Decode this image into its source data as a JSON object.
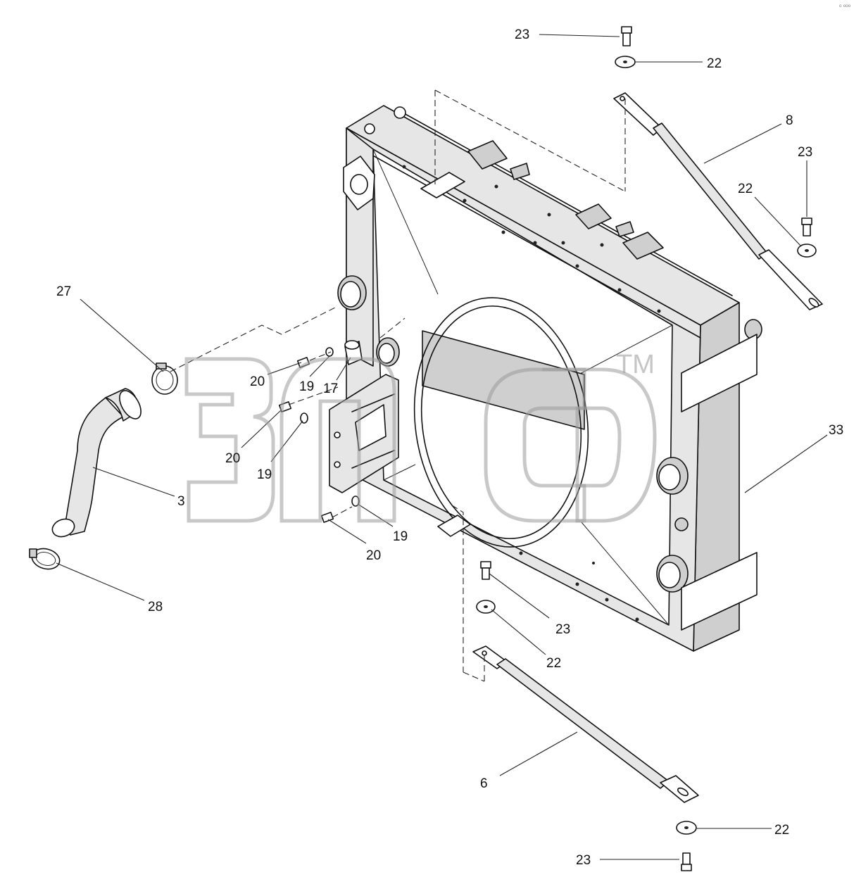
{
  "diagram": {
    "labels": {
      "l_23_top": "23",
      "l_22_top": "22",
      "l_8": "8",
      "l_23_right": "23",
      "l_22_right": "22",
      "l_27": "27",
      "l_20_a": "20",
      "l_19_a": "19",
      "l_17": "17",
      "l_20_b": "20",
      "l_19_b": "19",
      "l_3": "3",
      "l_19_c": "19",
      "l_20_c": "20",
      "l_28": "28",
      "l_33": "33",
      "l_23_mid": "23",
      "l_22_mid": "22",
      "l_6": "6",
      "l_22_bot": "22",
      "l_23_bot": "23"
    },
    "watermark": {
      "trademark": "TM"
    },
    "corner_mark": "ᵒ ᵒᵒᵒ"
  }
}
